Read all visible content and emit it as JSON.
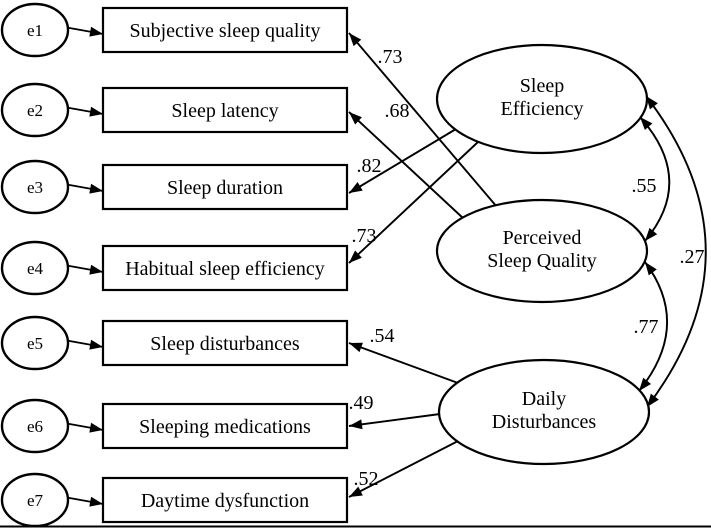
{
  "diagram": {
    "type": "cfa-path-diagram",
    "rows": [
      {
        "error": "e1",
        "indicator": "Subjective sleep quality",
        "loading": ".73",
        "factor": "Perceived Sleep Quality"
      },
      {
        "error": "e2",
        "indicator": "Sleep latency",
        "loading": ".68",
        "factor": "Perceived Sleep Quality"
      },
      {
        "error": "e3",
        "indicator": "Sleep duration",
        "loading": ".82",
        "factor": "Sleep Efficiency"
      },
      {
        "error": "e4",
        "indicator": "Habitual sleep efficiency",
        "loading": ".73",
        "factor": "Sleep Efficiency"
      },
      {
        "error": "e5",
        "indicator": "Sleep disturbances",
        "loading": ".54",
        "factor": "Daily Disturbances"
      },
      {
        "error": "e6",
        "indicator": "Sleeping medications",
        "loading": ".49",
        "factor": "Daily Disturbances"
      },
      {
        "error": "e7",
        "indicator": "Daytime dysfunction",
        "loading": ".52",
        "factor": "Daily Disturbances"
      }
    ],
    "factors": [
      {
        "line1": "Sleep",
        "line2": "Efficiency"
      },
      {
        "line1": "Perceived",
        "line2": "Sleep Quality"
      },
      {
        "line1": "Daily",
        "line2": "Disturbances"
      }
    ],
    "covariances": {
      "se_psq": ".55",
      "psq_dd": ".77",
      "se_dd": ".27"
    },
    "colors": {
      "stroke": "#000000",
      "background": "#ffffff"
    }
  }
}
